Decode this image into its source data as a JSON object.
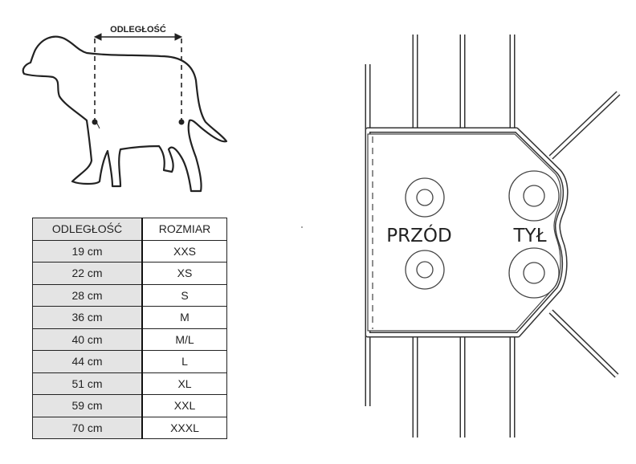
{
  "dog_diagram": {
    "measure_label": "ODLEGŁOŚĆ"
  },
  "size_table": {
    "headers": [
      "ODLEGŁOŚĆ",
      "ROZMIAR"
    ],
    "rows": [
      [
        "19 cm",
        "XXS"
      ],
      [
        "22 cm",
        "XS"
      ],
      [
        "28 cm",
        "S"
      ],
      [
        "36 cm",
        "M"
      ],
      [
        "40 cm",
        "M/L"
      ],
      [
        "44 cm",
        "L"
      ],
      [
        "51 cm",
        "XL"
      ],
      [
        "59 cm",
        "XXL"
      ],
      [
        "70 cm",
        "XXXL"
      ]
    ]
  },
  "harness_diagram": {
    "front_label": "PRZÓD",
    "back_label": "TYŁ"
  }
}
